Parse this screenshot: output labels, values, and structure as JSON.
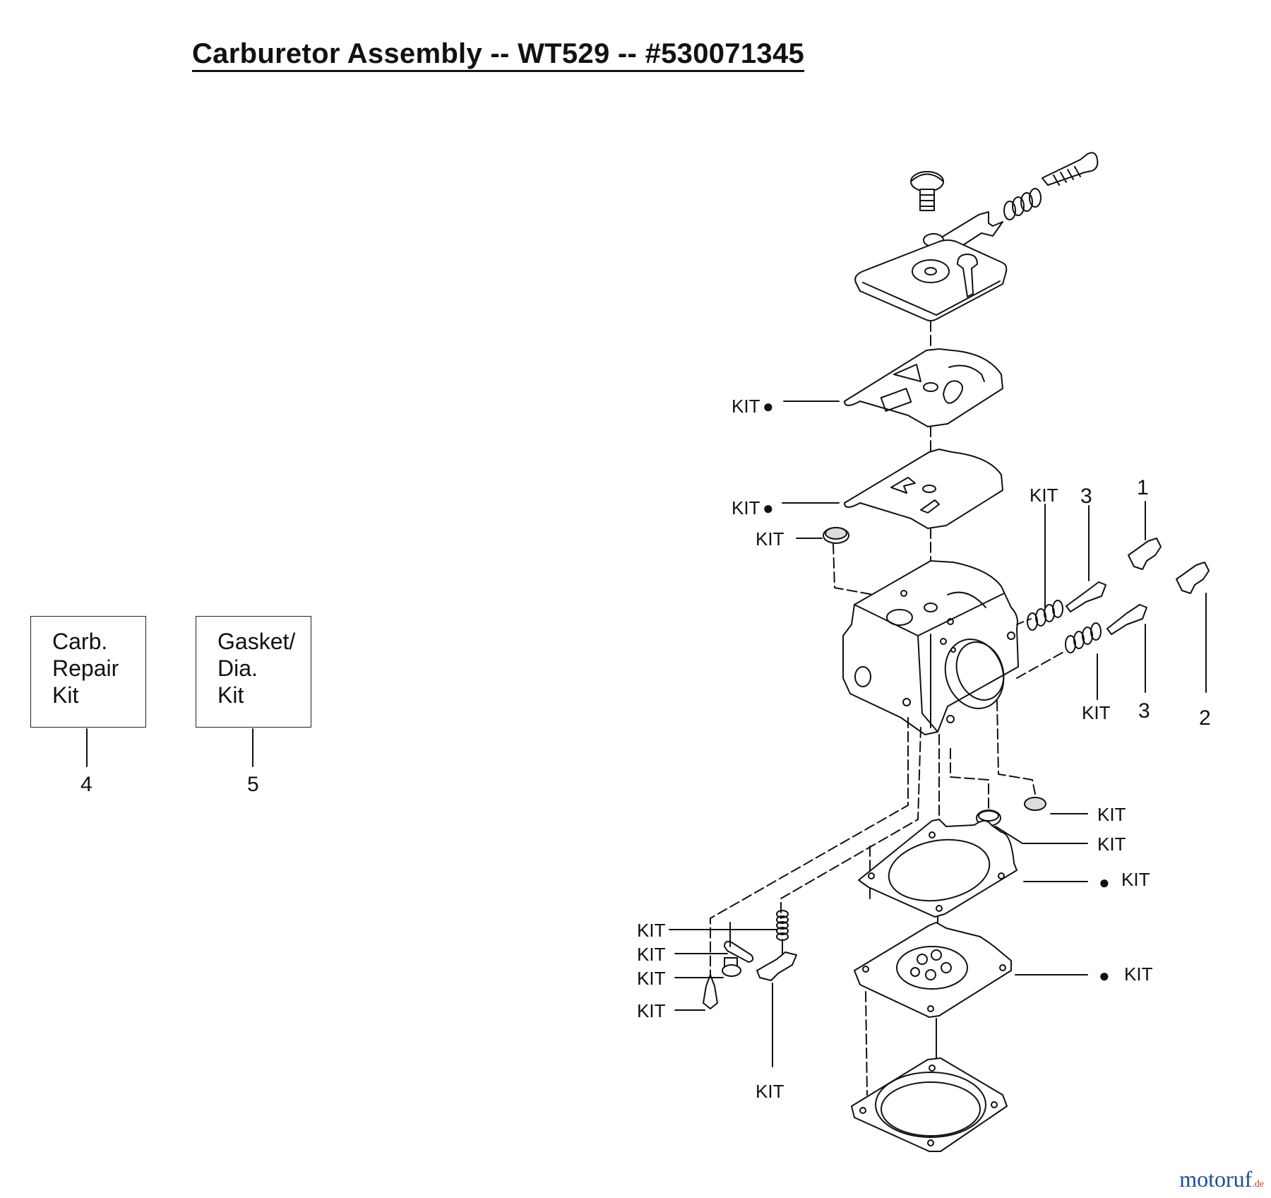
{
  "title": "Carburetor Assembly -- WT529 -- #530071345",
  "kit_boxes": [
    {
      "number": "4",
      "lines": [
        "Carb.",
        "Repair",
        "Kit"
      ]
    },
    {
      "number": "5",
      "lines": [
        "Gasket/",
        "Dia.",
        "Kit"
      ]
    }
  ],
  "callouts": {
    "kit": "KIT",
    "bullet": "●",
    "num_1": "1",
    "num_2": "2",
    "num_3": "3"
  },
  "watermark": {
    "brand": "motoruf",
    "tld": ".de"
  }
}
